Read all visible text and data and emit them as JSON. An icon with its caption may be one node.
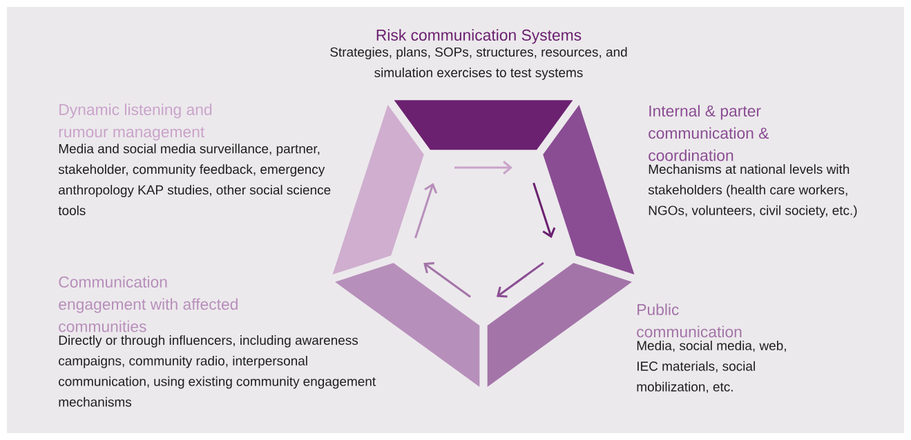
{
  "diagram": {
    "nodes": [
      {
        "text": [
          "Risk communication Systems",
          "Strategies, plans, SOPs, structures, resources, and simulation exercises to test systems"
        ]
      },
      {
        "text": [
          "Internal & parter communication & coordination",
          "Mechanisms at national levels with stakeholders (health care workers, NGOs, volunteers, civil society, etc.)"
        ]
      },
      {
        "text": [
          "Public communication",
          "Media, social media, web, IEC materials, social mobilization, etc."
        ]
      },
      {
        "text": [
          "Communication engagement with affected communities",
          "Directly or through influencers, including awareness campaigns, community radio, interpersonal communication, using existing community engagement mechanisms"
        ]
      },
      {
        "text": [
          "Dynamic listening and rumour management",
          "Media and social media surveillance, partner, stakeholder, community feedback, emergency anthropology KAP studies, other social science tools"
        ]
      },
      {
        "text": [],
        "shape": "box"
      },
      {
        "text": [],
        "shape": "box"
      },
      {
        "text": [],
        "shape": "box"
      },
      {
        "text": [],
        "shape": "box"
      },
      {
        "text": [],
        "shape": "box"
      }
    ]
  }
}
